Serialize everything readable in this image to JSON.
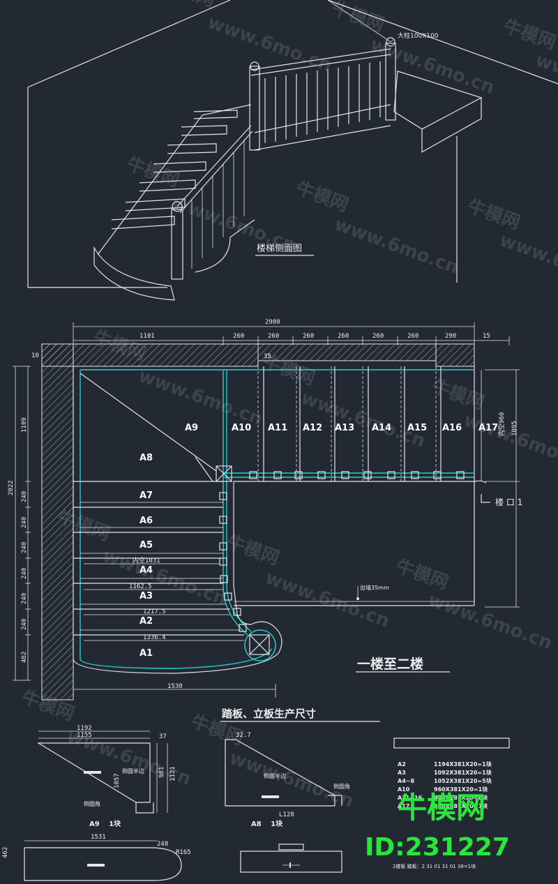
{
  "labels": {
    "big_column": "大柱100X100",
    "side_view": "楼梯侧面图",
    "total_width": "2980",
    "seg_1101": "1101",
    "seg_260": "260",
    "seg_290": "290",
    "seg_15": "15",
    "dim_35_top": "35",
    "dim_10": "10",
    "dim_1109": "1109",
    "dim_2022": "2022",
    "dim_240": "240",
    "dim_462": "462",
    "dim_1095": "1095",
    "inner_960": "内空960",
    "opening": "楼 口 1",
    "protrude": "出墙35mm",
    "inner_1031": "内空1031",
    "w_1162": "1162.5",
    "w_1217": "1217.5",
    "w_1336": "1336.4",
    "bottom_1530": "1530",
    "plan_title": "一楼至二楼",
    "production_title": "踏板、立板生产尺寸",
    "a9_w1": "1192",
    "a9_w2": "1155",
    "a9_h1": "37",
    "a9_h2": "981",
    "a9_h3": "1121",
    "a9_label": "A9　 1块",
    "a8_w": "32.7",
    "a8_h": "1057",
    "a8_bottom": "L128",
    "a8_label": "A8　 1块",
    "round_corner": "倒圆角",
    "board_left": "倒圆半边",
    "a1_w": "1531",
    "a1_d1": "248",
    "a1_d2": "R165",
    "a1_h": "462",
    "brand_name": "牛模网",
    "brand_id": "ID:231227",
    "watermark_text": "牛模网",
    "watermark_url": "www.6mo.cn",
    "footer_note": "2楼板 踏板：2 31 01 31 01 38=1块"
  },
  "treads": [
    "A1",
    "A2",
    "A3",
    "A4",
    "A5",
    "A6",
    "A7",
    "A8",
    "A9",
    "A10",
    "A11",
    "A12",
    "A13",
    "A14",
    "A15",
    "A16",
    "A17"
  ],
  "table_rows": [
    {
      "name": "A2",
      "spec": "1194X381X20=1块"
    },
    {
      "name": "A3",
      "spec": "1092X381X20=1块"
    },
    {
      "name": "A4~8",
      "spec": "1052X381X20=5块"
    },
    {
      "name": "A10",
      "spec": "960X381X20=1块"
    },
    {
      "name": "A11~16",
      "spec": "960X281X20=6块"
    },
    {
      "name": "A17",
      "spec": "960X381X20=1块"
    }
  ],
  "colors": {
    "background": "#222933",
    "line": "#e6e6e6",
    "cyan": "#1fd1d1",
    "brand": "#28e63a"
  }
}
